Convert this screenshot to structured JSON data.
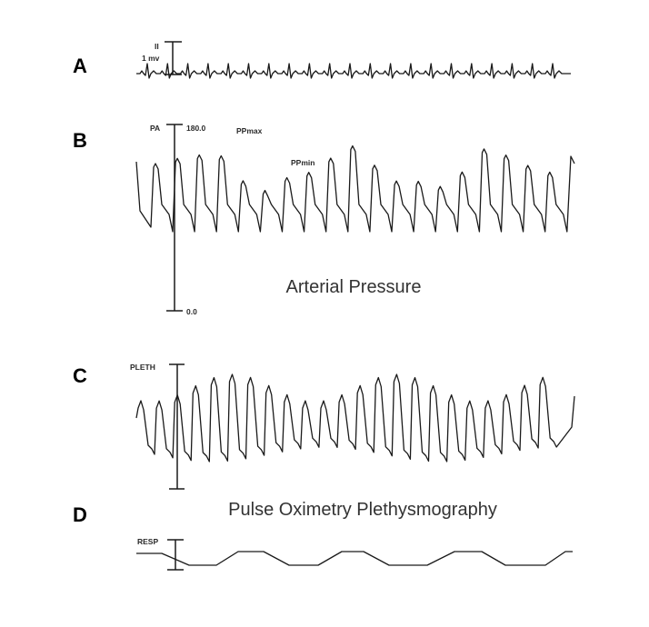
{
  "panels": {
    "a": {
      "letter": "A",
      "lead_label": "II",
      "scale_label": "1 mv"
    },
    "b": {
      "letter": "B",
      "channel_label": "PA",
      "scale_max": "180.0",
      "scale_min": "0.0",
      "max_label": "PPmax",
      "min_label": "PPmin",
      "caption": "Arterial Pressure"
    },
    "c": {
      "letter": "C",
      "channel_label": "PLETH",
      "caption": "Pulse Oximetry Plethysmography"
    },
    "d": {
      "letter": "D",
      "channel_label": "RESP"
    }
  },
  "colors": {
    "trace": "#1a1a1a",
    "caption": "#333333",
    "letter": "#000000"
  }
}
